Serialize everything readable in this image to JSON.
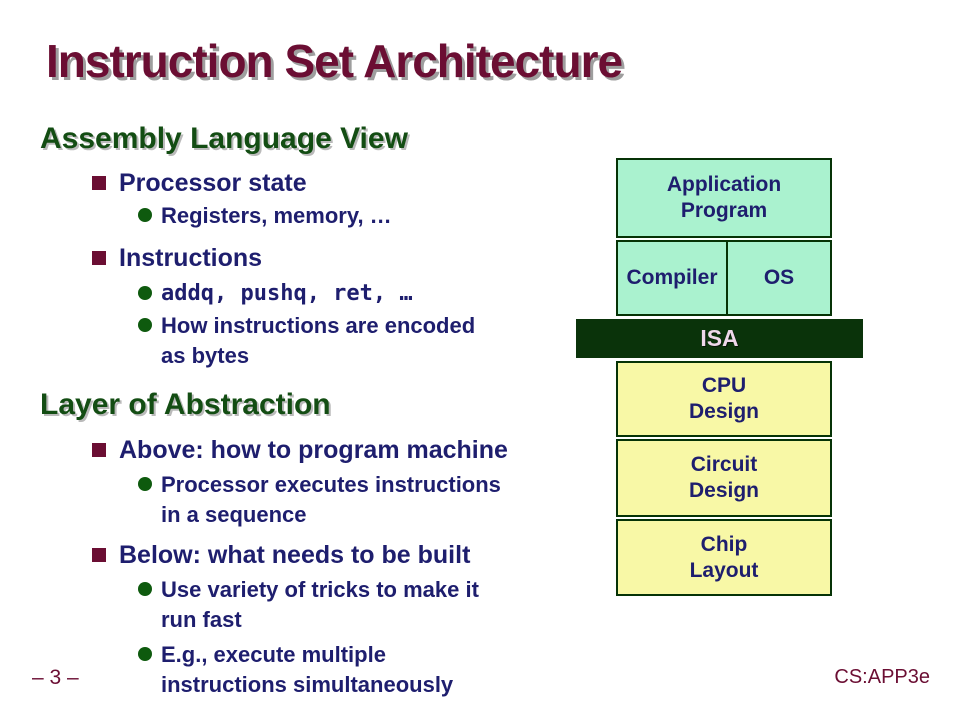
{
  "slide": {
    "title": "Instruction Set Architecture",
    "page_number": "– 3 –",
    "footer_right": "CS:APP3e"
  },
  "sections": [
    {
      "heading": "Assembly Language View",
      "items": [
        {
          "label": "Processor state",
          "subitems": [
            {
              "text": "Registers, memory, …"
            }
          ]
        },
        {
          "label": "Instructions",
          "subitems": [
            {
              "text": "addq, pushq, ret, …"
            },
            {
              "text": "How instructions are encoded\nas bytes"
            }
          ]
        }
      ]
    },
    {
      "heading": "Layer of Abstraction",
      "items": [
        {
          "label": "Above: how to program machine",
          "subitems": [
            {
              "text": "Processor executes instructions\nin a sequence"
            }
          ]
        },
        {
          "label": "Below: what needs to be built",
          "subitems": [
            {
              "text": "Use variety of tricks to make it\nrun fast"
            },
            {
              "text": "E.g., execute multiple\ninstructions simultaneously"
            }
          ]
        }
      ]
    }
  ],
  "diagram": {
    "application_label": "Application\nProgram",
    "compiler_label": "Compiler",
    "os_label": "OS",
    "isa_label": "ISA",
    "cpu_label": "CPU\nDesign",
    "circuit_label": "Circuit\nDesign",
    "chip_label": "Chip\nLayout"
  },
  "colors": {
    "title_maroon": "#6b0e33",
    "heading_green": "#134d13",
    "body_navy": "#1e1e6e",
    "bullet_green": "#0e5a0e",
    "mint_box": "#aaf2cf",
    "yellow_box": "#f8f8a6",
    "isa_bar": "#0a330a",
    "isa_text": "#eed8ea"
  }
}
